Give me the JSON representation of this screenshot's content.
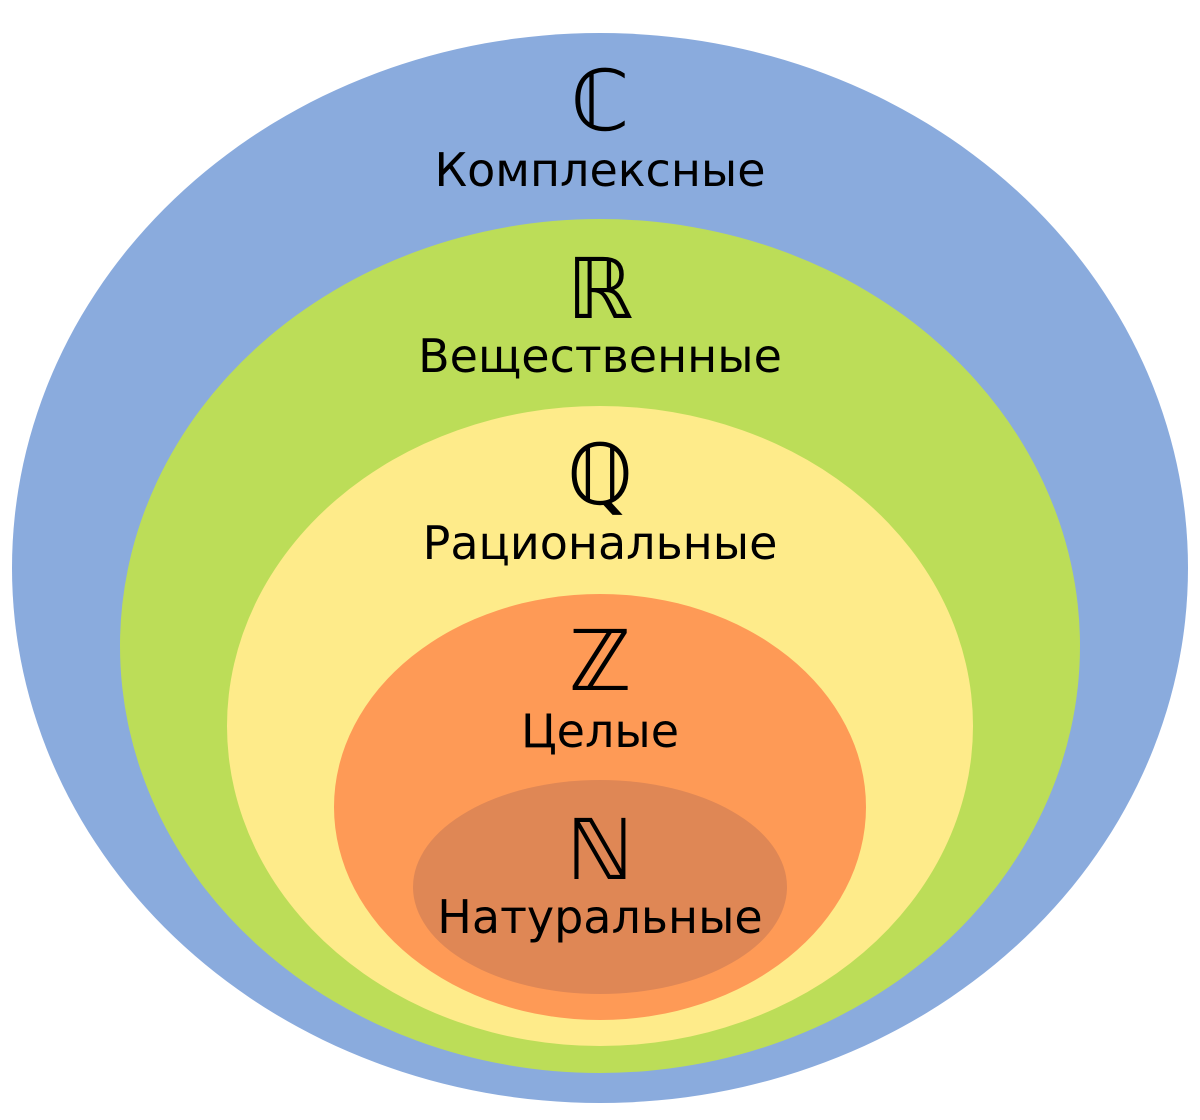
{
  "diagram": {
    "sets": [
      {
        "key": "complex",
        "symbol": "ℂ",
        "label": "Комплексные",
        "color": "#8aabdd"
      },
      {
        "key": "real",
        "symbol": "ℝ",
        "label": "Вещественные",
        "color": "#bcdd58"
      },
      {
        "key": "rational",
        "symbol": "ℚ",
        "label": "Рациональные",
        "color": "#feeb8a"
      },
      {
        "key": "integer",
        "symbol": "ℤ",
        "label": "Целые",
        "color": "#fe9a56"
      },
      {
        "key": "natural",
        "symbol": "ℕ",
        "label": "Натуральные",
        "color": "#df8755"
      }
    ]
  }
}
